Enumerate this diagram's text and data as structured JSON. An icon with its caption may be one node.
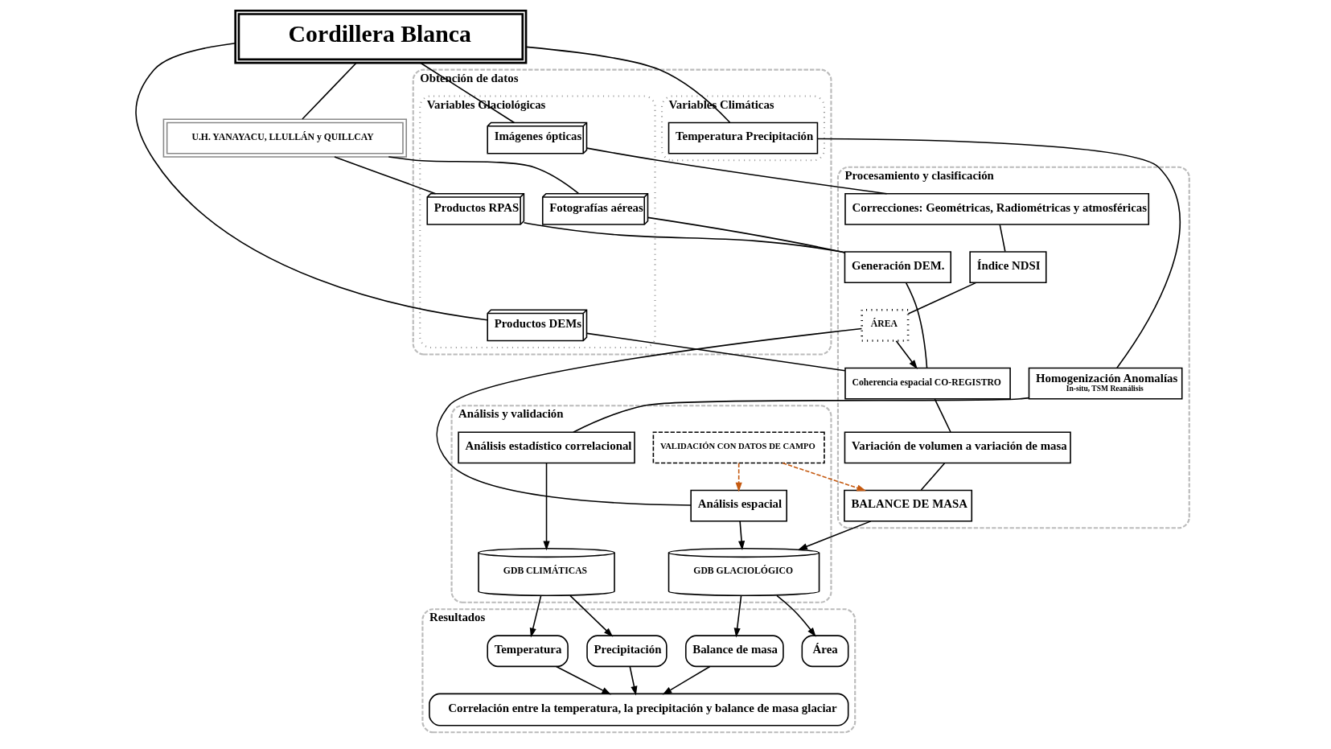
{
  "diagram": {
    "nodes": [
      {
        "text": [
          "Cordillera Blanca"
        ]
      },
      {
        "text": [
          "U.H. YANAYACU, LLULLÁN y QUILLCAY"
        ]
      },
      {
        "text": [
          "Obtención de datos"
        ]
      },
      {
        "text": [
          "Variables Climáticas"
        ],
        "in": 2
      },
      {
        "text": [
          "Temperatura Precipitación"
        ],
        "in": 3
      },
      {
        "text": [
          "Variables Glaciológicas"
        ],
        "in": 2
      },
      {
        "text": [
          "Imágenes ópticas"
        ],
        "in": 5
      },
      {
        "text": [
          "Productos DEMs"
        ],
        "in": 5
      },
      {
        "text": [
          "Fotografías aéreas"
        ],
        "in": 5
      },
      {
        "text": [
          "Productos RPAS"
        ],
        "in": 5
      },
      {
        "text": [
          "Procesamiento y clasificación"
        ]
      },
      {
        "text": [
          "Homogenización Anomalías",
          "In-situ, TSM Reanálisis"
        ],
        "in": 10
      },
      {
        "text": [
          "Correcciones: Geométricas, Radiométricas y atmosféricas"
        ],
        "in": 10
      },
      {
        "text": [
          "Índice NDSI"
        ],
        "in": 10
      },
      {
        "text": [
          "Coherencia espacial CO-REGISTRO"
        ],
        "in": 10
      },
      {
        "text": [
          "Generación DEM."
        ],
        "in": 10
      },
      {
        "text": [
          "ÁREA"
        ],
        "in": 10
      },
      {
        "text": [
          "Variación de volumen a variación de masa"
        ],
        "in": 10
      },
      {
        "text": [
          "BALANCE DE MASA"
        ],
        "in": 10
      },
      {
        "text": [
          "Análisis y validación"
        ]
      },
      {
        "text": [
          "Análisis estadístico correlacional"
        ],
        "in": 19
      },
      {
        "text": [
          "GDB CLIMÁTICAS"
        ],
        "in": 19
      },
      {
        "text": [
          "Análisis espacial"
        ],
        "in": 19
      },
      {
        "text": [
          "VALIDACIÓN CON DATOS DE CAMPO"
        ],
        "in": 19
      },
      {
        "text": [
          "GDB GLACIOLÓGICO"
        ],
        "in": 19
      },
      {
        "text": [
          "Resultados"
        ]
      },
      {
        "text": [
          "Precipitación"
        ],
        "in": 25
      },
      {
        "text": [
          "Temperatura"
        ],
        "in": 25
      },
      {
        "text": [
          "Correlación entre la temperatura, la precipitación y balance de masa glaciar"
        ],
        "in": 25
      },
      {
        "text": [
          "Área"
        ],
        "in": 25
      },
      {
        "text": [
          "Balance de masa"
        ],
        "in": 25
      }
    ],
    "edges": [
      {
        "from": 0,
        "to": 1,
        "arrow": "none"
      },
      {
        "from": 0,
        "to": 4,
        "arrow": "none"
      },
      {
        "from": 0,
        "to": 6,
        "arrow": "none"
      },
      {
        "from": 0,
        "to": 7,
        "arrow": "none"
      },
      {
        "from": 1,
        "to": 8,
        "arrow": "none"
      },
      {
        "from": 1,
        "to": 9,
        "arrow": "none"
      },
      {
        "from": 4,
        "to": 11,
        "arrow": "none"
      },
      {
        "from": 6,
        "to": 12,
        "arrow": "none"
      },
      {
        "from": 12,
        "to": 13,
        "arrow": "none"
      },
      {
        "from": 7,
        "to": 14,
        "arrow": "none"
      },
      {
        "from": 8,
        "to": 15,
        "arrow": "none"
      },
      {
        "from": 9,
        "to": 15,
        "arrow": "none"
      },
      {
        "from": 15,
        "to": 14,
        "arrow": "none"
      },
      {
        "from": 13,
        "to": 16,
        "arrow": "none"
      },
      {
        "from": 16,
        "to": 14,
        "arrow": "to"
      },
      {
        "from": 14,
        "to": 17,
        "arrow": "none"
      },
      {
        "from": 17,
        "to": 18,
        "arrow": "none"
      },
      {
        "from": 11,
        "to": 20,
        "arrow": "none"
      },
      {
        "from": 16,
        "to": 22,
        "arrow": "none"
      },
      {
        "from": 20,
        "to": 21,
        "arrow": "to"
      },
      {
        "from": 23,
        "to": 22,
        "arrow": "to",
        "style": "dashed",
        "color": "#c55a11"
      },
      {
        "from": 23,
        "to": 18,
        "arrow": "to",
        "style": "dashed",
        "color": "#c55a11"
      },
      {
        "from": 22,
        "to": 24,
        "arrow": "to"
      },
      {
        "from": 18,
        "to": 24,
        "arrow": "to"
      },
      {
        "from": 21,
        "to": 26,
        "arrow": "to"
      },
      {
        "from": 21,
        "to": 27,
        "arrow": "to"
      },
      {
        "from": 24,
        "to": 29,
        "arrow": "to"
      },
      {
        "from": 24,
        "to": 30,
        "arrow": "to"
      },
      {
        "from": 27,
        "to": 28,
        "arrow": "to"
      },
      {
        "from": 26,
        "to": 28,
        "arrow": "to"
      },
      {
        "from": 30,
        "to": 28,
        "arrow": "to"
      }
    ]
  }
}
